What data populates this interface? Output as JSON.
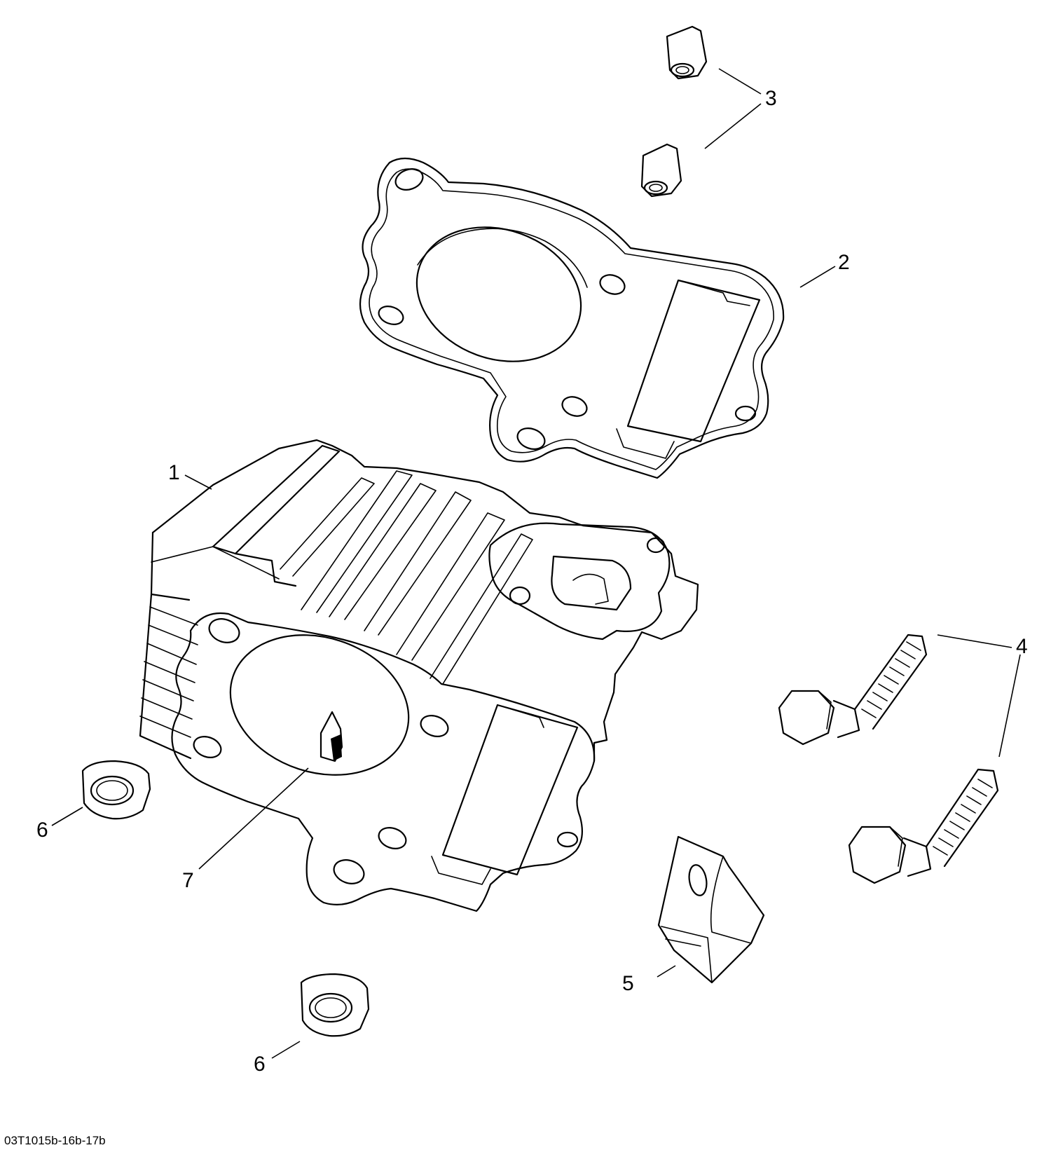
{
  "callouts": {
    "c1": "1",
    "c2": "2",
    "c3": "3",
    "c4": "4",
    "c5": "5",
    "c6a": "6",
    "c6b": "6",
    "c7": "7"
  },
  "reference_code": "03T1015b-16b-17b"
}
